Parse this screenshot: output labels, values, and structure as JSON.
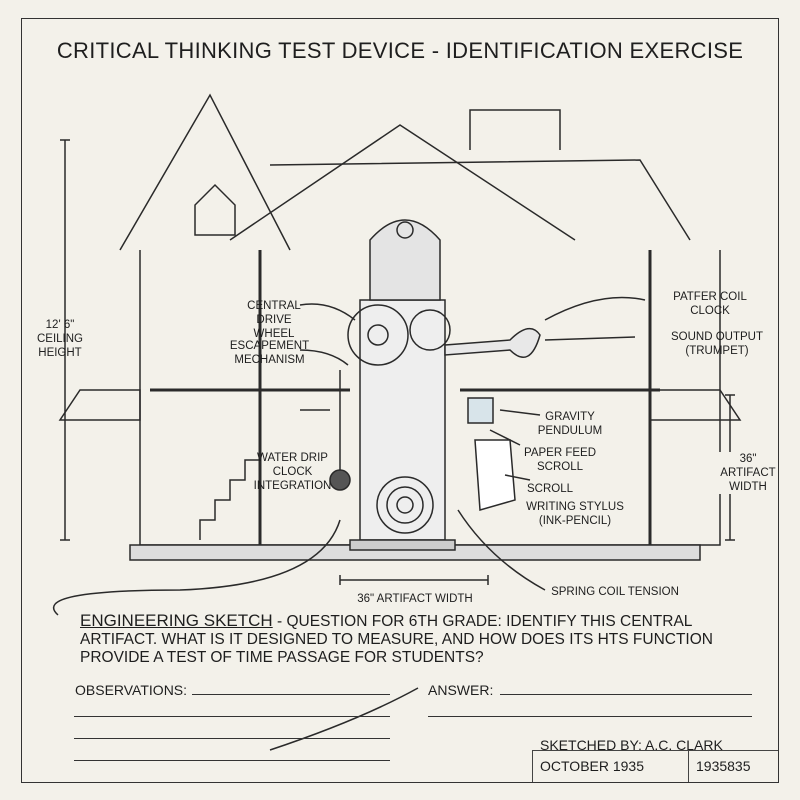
{
  "title": "CRITICAL THINKING TEST DEVICE - IDENTIFICATION EXERCISE",
  "labels": {
    "ceiling_height": "12' 6\" CEILING HEIGHT",
    "central_drive_wheel": "CENTRAL DRIVE WHEEL",
    "escapement": "ESCAPEMENT MECHANISM",
    "water_drip": "WATER DRIP CLOCK INTEGRATION",
    "patfer_coil": "PATFER COIL CLOCK",
    "sound_output": "SOUND OUTPUT (TRUMPET)",
    "gravity_pendulum": "GRAVITY PENDULUM",
    "paper_feed": "PAPER FEED SCROLL",
    "scroll": "SCROLL",
    "writing_stylus": "WRITING STYLUS (INK-PENCIL)",
    "spring_coil": "SPRING COIL TENSION",
    "artifact_width_bottom": "36\" ARTIFACT WIDTH",
    "artifact_width_right": "36\" ARTIFACT WIDTH"
  },
  "question": {
    "heading": "ENGINEERING SKETCH",
    "text": " - QUESTION FOR 6TH GRADE: IDENTIFY THIS CENTRAL ARTIFACT. WHAT IS IT DESIGNED TO MEASURE, AND HOW DOES ITS HTS FUNCTION PROVIDE A TEST OF TIME PASSAGE FOR STUDENTS?"
  },
  "form": {
    "observations_label": "OBSERVATIONS:",
    "answer_label": "ANSWER:"
  },
  "title_block": {
    "sketched_by": "SKETCHED BY: A.C. CLARK",
    "date": "OCTOBER 1935",
    "number": "1935835"
  }
}
